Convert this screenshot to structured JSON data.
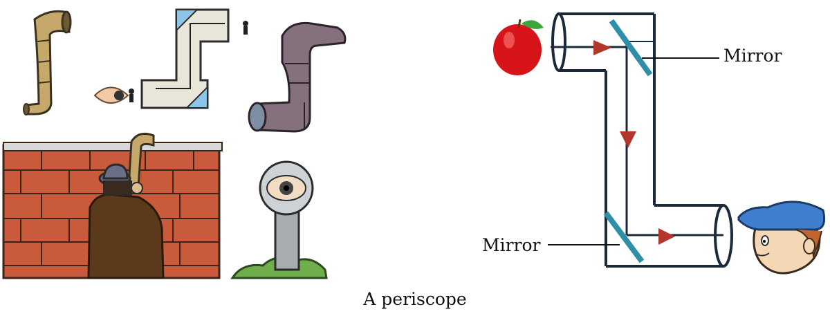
{
  "diagram": {
    "caption": "A periscope",
    "labels": {
      "mirror_top": "Mirror",
      "mirror_bottom": "Mirror"
    },
    "colors": {
      "tube_outline": "#1b2a3a",
      "mirror": "#2f8fa8",
      "arrow": "#b2362b",
      "brick": "#c95a3c",
      "mortar": "#3a2418",
      "sky_blue_mirror": "#8ec4e6",
      "cap": "#3f7fce",
      "apple": "#d8141b"
    },
    "icons": [
      "periscope-pipe-icon",
      "periscope-diagram-icon",
      "periscope-3d-icon",
      "brick-wall-icon",
      "man-with-periscope-icon",
      "eye-periscope-icon",
      "apple-icon",
      "boy-face-icon"
    ]
  }
}
